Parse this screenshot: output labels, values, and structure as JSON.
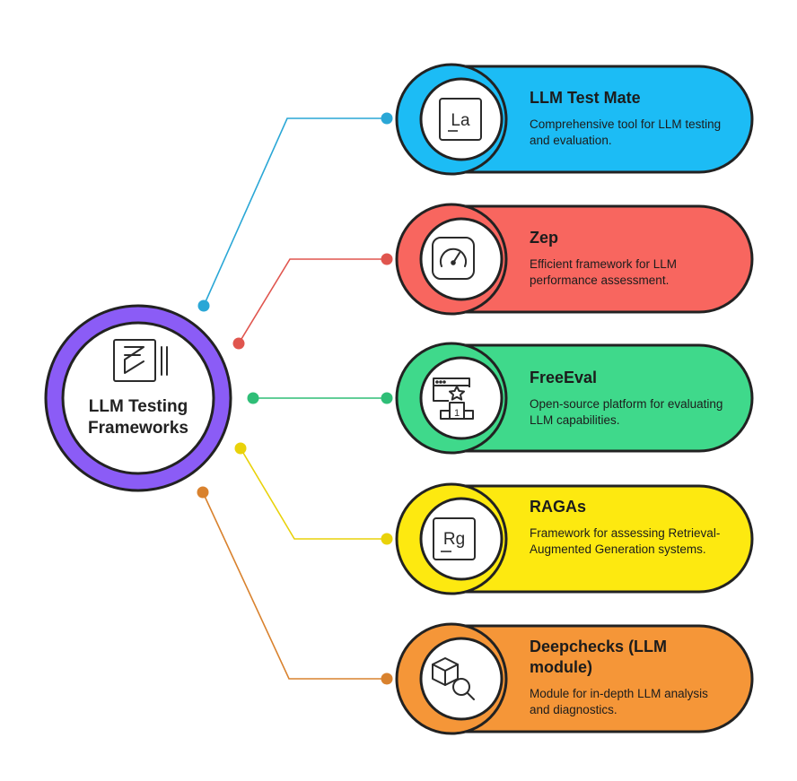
{
  "hub": {
    "title_line1": "LLM Testing",
    "title_line2": "Frameworks",
    "icon": "framework-logo-icon",
    "ring_color": "#8b5cf6"
  },
  "items": [
    {
      "title": "LLM Test Mate",
      "description": "Comprehensive tool for LLM testing and evaluation.",
      "icon": "la-letter-box-icon",
      "icon_text": "La",
      "color": "#1cbcf5",
      "line_color": "#2aa7d6"
    },
    {
      "title": "Zep",
      "description": "Efficient framework for LLM performance assessment.",
      "icon": "gauge-icon",
      "color": "#f8665f",
      "line_color": "#e0554e"
    },
    {
      "title": "FreeEval",
      "description": "Open-source platform for evaluating LLM capabilities.",
      "icon": "leaderboard-podium-icon",
      "icon_text": "1",
      "color": "#3fd98b",
      "line_color": "#2fbe77"
    },
    {
      "title": "RAGAs",
      "description": "Framework for assessing Retrieval-Augmented Generation systems.",
      "icon": "rg-letter-box-icon",
      "icon_text": "Rg",
      "color": "#fde910",
      "line_color": "#e9d20a"
    },
    {
      "title": "Deepchecks (LLM module)",
      "description": "Module for in-depth LLM analysis and diagnostics.",
      "icon": "cube-magnifier-icon",
      "color": "#f59638",
      "line_color": "#d9822e"
    }
  ]
}
